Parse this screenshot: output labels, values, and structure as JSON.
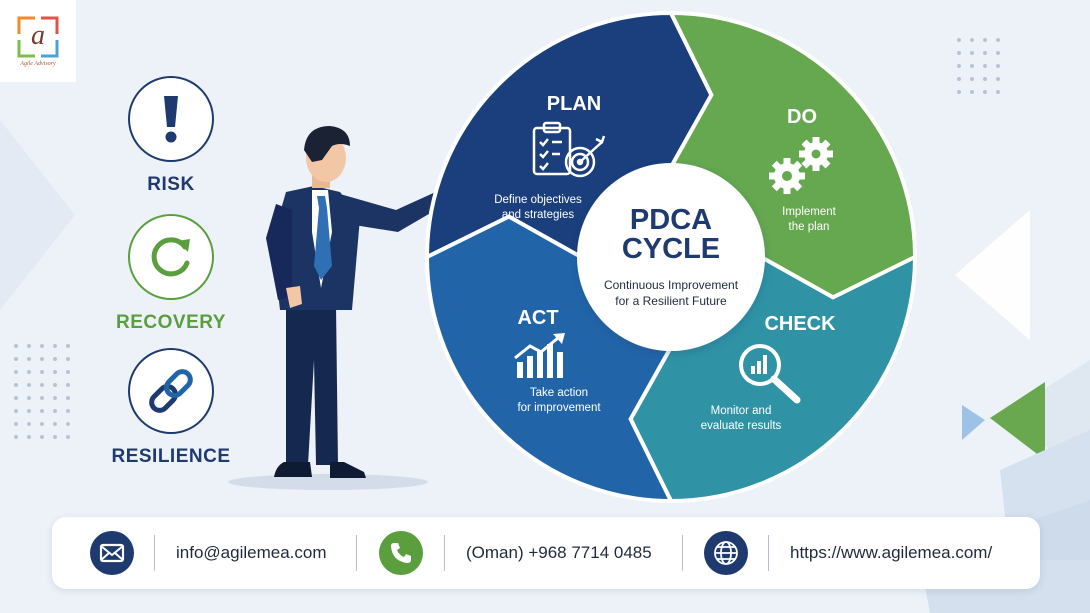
{
  "logo": {
    "letter": "a",
    "name": "Agile Advisory"
  },
  "side_items": [
    {
      "label": "RISK",
      "icon": "exclamation-icon",
      "color": "#1e3a6e"
    },
    {
      "label": "RECOVERY",
      "icon": "refresh-icon",
      "color": "#5a9e3e"
    },
    {
      "label": "RESILIENCE",
      "icon": "chain-link-icon",
      "color": "#1e3a6e"
    }
  ],
  "cycle": {
    "center_title_line1": "PDCA",
    "center_title_line2": "CYCLE",
    "center_sub_line1": "Continuous Improvement",
    "center_sub_line2": "for a Resilient Future",
    "segments": [
      {
        "title": "PLAN",
        "line1": "Define objectives",
        "line2": "and strategies",
        "icon": "clipboard-target-icon",
        "color": "#1a3f7c"
      },
      {
        "title": "DO",
        "line1": "Implement",
        "line2": "the plan",
        "icon": "gears-icon",
        "color": "#65a84f"
      },
      {
        "title": "CHECK",
        "line1": "Monitor and",
        "line2": "evaluate results",
        "icon": "magnifier-chart-icon",
        "color": "#2f93a5"
      },
      {
        "title": "ACT",
        "line1": "Take action",
        "line2": "for improvement",
        "icon": "rising-chart-icon",
        "color": "#2264a8"
      }
    ]
  },
  "contact": {
    "email": "info@agilemea.com",
    "phone": "(Oman) +968 7714 0485",
    "website": "https://www.agilemea.com/",
    "colors": {
      "email": "#1e3a6e",
      "phone": "#5a9e3e",
      "web": "#1e3a6e"
    }
  }
}
